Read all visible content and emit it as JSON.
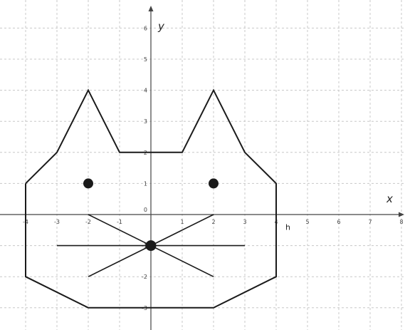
{
  "x_axis_label": "x",
  "y_axis_label": "y",
  "point_label": "h",
  "colors": {
    "grid": "#c8c8c8",
    "axis": "#444444",
    "figure": "#1a1a1a"
  },
  "x_range": [
    -4.7,
    8.1
  ],
  "y_range": [
    -3.7,
    6.8
  ],
  "x_tick_labels": [
    "-4",
    "-3",
    "-2",
    "-1",
    "0",
    "1",
    "2",
    "3",
    "4",
    "5",
    "6",
    "7",
    "8"
  ],
  "y_tick_labels": [
    "-3",
    "-2",
    "-1",
    "0",
    "1",
    "2",
    "3",
    "4",
    "5",
    "6"
  ],
  "figure": {
    "outline": [
      [
        -4,
        1
      ],
      [
        -3,
        2
      ],
      [
        -2,
        4
      ],
      [
        -1,
        2
      ],
      [
        1,
        2
      ],
      [
        2,
        4
      ],
      [
        3,
        2
      ],
      [
        4,
        1
      ],
      [
        4,
        -2
      ],
      [
        2,
        -3
      ],
      [
        -2,
        -3
      ],
      [
        -4,
        -2
      ],
      [
        -4,
        1
      ]
    ],
    "whiskers": [
      [
        [
          -3,
          -1
        ],
        [
          3,
          -1
        ]
      ],
      [
        [
          -2,
          0
        ],
        [
          2,
          -2
        ]
      ],
      [
        [
          -2,
          -2
        ],
        [
          2,
          0
        ]
      ]
    ],
    "eyes": [
      [
        -2,
        1
      ],
      [
        2,
        1
      ]
    ],
    "nose": [
      0,
      -1
    ]
  },
  "h_point": [
    4,
    -0.4
  ]
}
